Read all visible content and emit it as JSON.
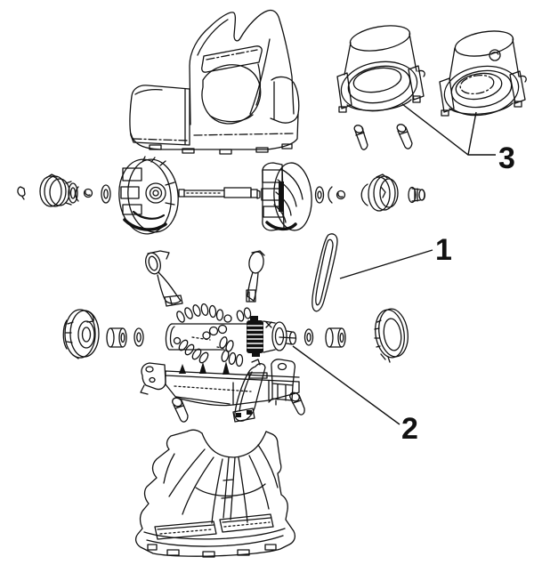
{
  "figure": {
    "kind": "exploded-parts-diagram",
    "ink_color": "#111111",
    "background_color": "#ffffff"
  },
  "callouts": [
    {
      "label": "1",
      "part": "drive-belt"
    },
    {
      "label": "2",
      "part": "agitator-brush-roll"
    },
    {
      "label": "3",
      "part": "swivel-elbow-assembly"
    }
  ]
}
